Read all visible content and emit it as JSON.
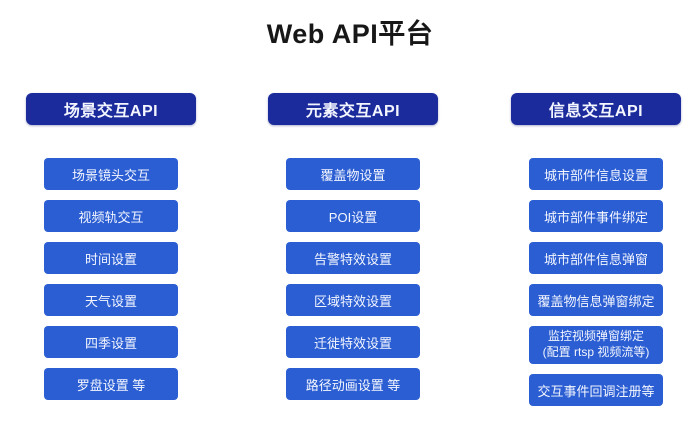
{
  "title": "Web API平台",
  "colors": {
    "background": "#ffffff",
    "title_text": "#171717",
    "header_bg": "#1b2b9c",
    "item_bg": "#2a5ed2",
    "box_text": "#f4f6ff"
  },
  "columns": [
    {
      "header": "场景交互API",
      "items": [
        "场景镜头交互",
        "视频轨交互",
        "时间设置",
        "天气设置",
        "四季设置",
        "罗盘设置 等"
      ]
    },
    {
      "header": "元素交互API",
      "items": [
        "覆盖物设置",
        "POI设置",
        "告警特效设置",
        "区域特效设置",
        "迁徙特效设置",
        "路径动画设置 等"
      ]
    },
    {
      "header": "信息交互API",
      "items": [
        "城市部件信息设置",
        "城市部件事件绑定",
        "城市部件信息弹窗",
        "覆盖物信息弹窗绑定",
        "监控视频弹窗绑定\n(配置 rtsp 视频流等)",
        "交互事件回调注册等"
      ]
    }
  ]
}
